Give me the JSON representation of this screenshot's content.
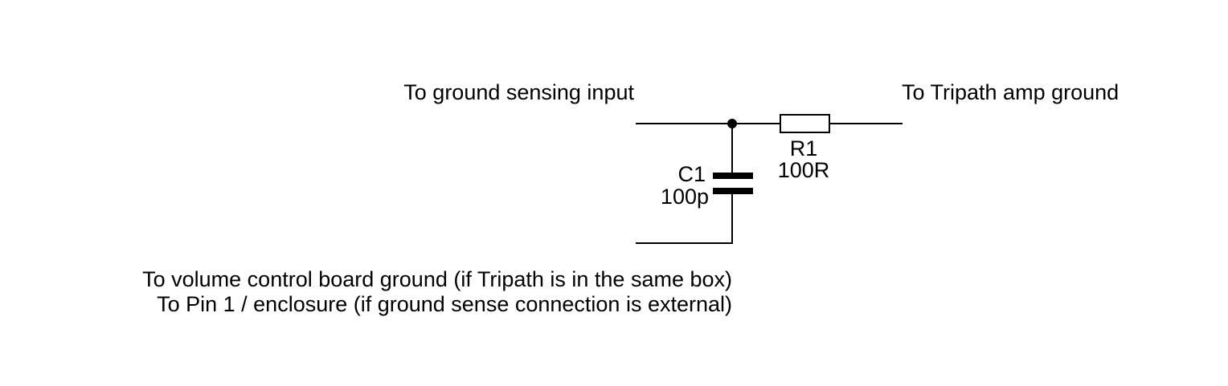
{
  "labels": {
    "ground_sensing_input": "To ground sensing input",
    "tripath_amp_ground": "To Tripath amp ground",
    "volume_board_ground": "To volume control board ground (if Tripath is in the same box)",
    "pin1_enclosure": "To Pin 1 / enclosure (if ground sense connection is external)"
  },
  "components": {
    "capacitor": {
      "ref": "C1",
      "value": "100p"
    },
    "resistor": {
      "ref": "R1",
      "value": "100R"
    }
  }
}
